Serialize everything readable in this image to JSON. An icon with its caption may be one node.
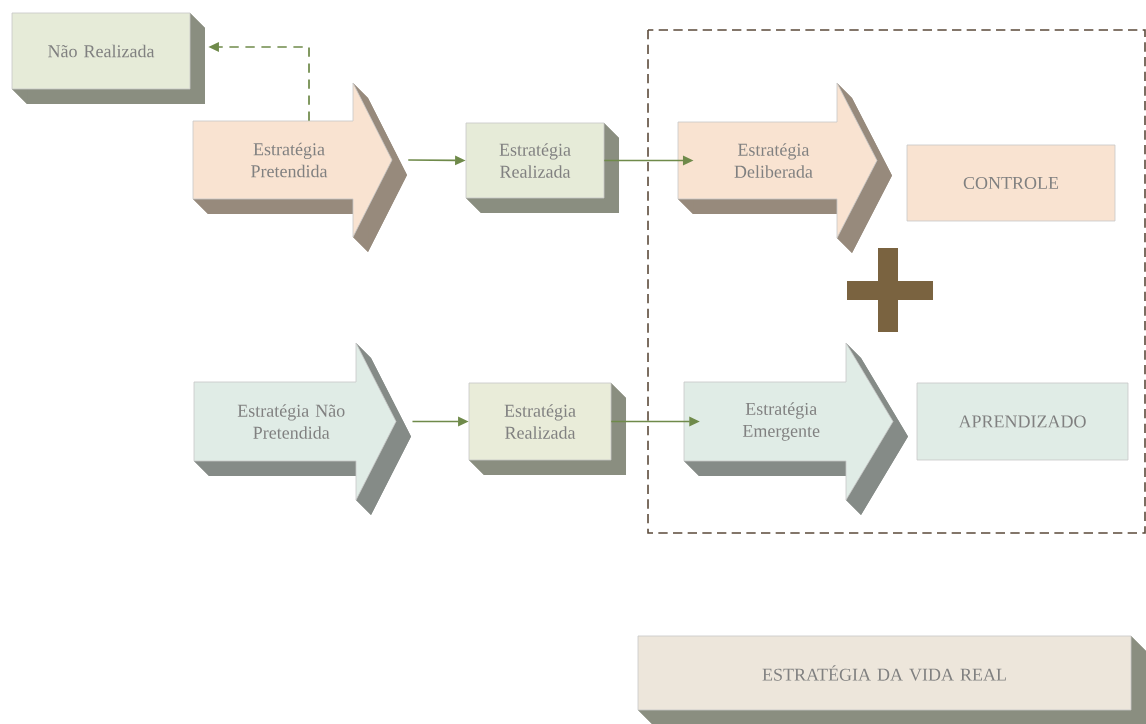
{
  "diagram": {
    "nodes": [
      {
        "text": [
          "Não Realizada"
        ]
      },
      {
        "text": [
          "Estratégia Pretendida"
        ]
      },
      {
        "text": [
          "Estratégia Realizada"
        ]
      },
      {
        "text": [],
        "shape": "box"
      },
      {
        "text": [
          "Estratégia Deliberada"
        ],
        "in": 3
      },
      {
        "text": [
          "CONTROLE"
        ],
        "in": 3
      },
      {
        "text": [
          "Estratégia Não Pretendida"
        ]
      },
      {
        "text": [
          "Estratégia Realizada"
        ]
      },
      {
        "text": [
          "Estratégia Emergente"
        ],
        "in": 3
      },
      {
        "text": [
          "APRENDIZADO"
        ],
        "in": 3
      },
      {
        "text": [
          "ESTRATÉGIA DA VIDA REAL"
        ]
      }
    ],
    "edges": [
      {
        "from": 1,
        "to": 0,
        "arrow": "to",
        "style": "dashed"
      },
      {
        "from": 1,
        "to": 2,
        "arrow": "to"
      },
      {
        "from": 2,
        "to": 4,
        "arrow": "to"
      },
      {
        "from": 6,
        "to": 7,
        "arrow": "to"
      },
      {
        "from": 7,
        "to": 8,
        "arrow": "to"
      }
    ]
  }
}
